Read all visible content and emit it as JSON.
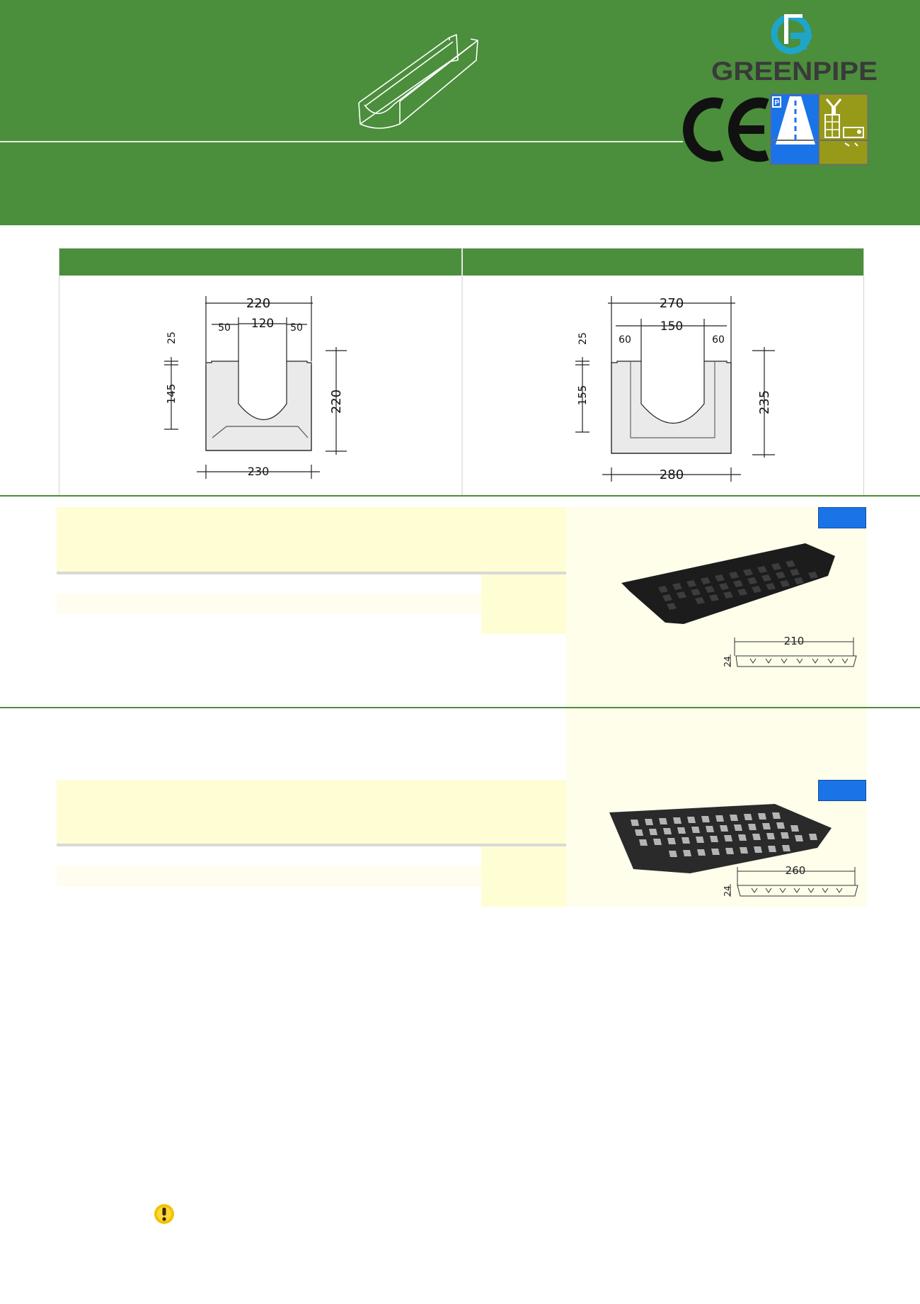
{
  "header": {
    "brand": "GREENPIPE",
    "certification_mark": "CE"
  },
  "sections": [
    {
      "dims": {
        "top_width": "220",
        "inner_width": "120",
        "left_lip": "50",
        "right_lip": "50",
        "lip_height": "25",
        "inner_depth": "145",
        "total_height": "220",
        "base_width": "230"
      }
    },
    {
      "dims": {
        "top_width": "270",
        "inner_width": "150",
        "left_lip": "60",
        "right_lip": "60",
        "lip_height": "25",
        "inner_depth": "155",
        "total_height": "235",
        "base_width": "280"
      }
    }
  ],
  "grates": [
    {
      "width": "210",
      "height": "24"
    },
    {
      "width": "260",
      "height": "24"
    }
  ],
  "colors": {
    "brand_green": "#4b8e3c",
    "logo_cyan": "#1fa5c8",
    "tag_blue": "#1b73e8",
    "panel_yellow": "#fffdd3",
    "warning_yellow": "#f2c200"
  },
  "icons": {
    "logo": "greenpipe-logo-icon",
    "ce": "ce-mark-icon",
    "parking": "parking-road-icon",
    "construction": "construction-site-icon",
    "warning": "warning-exclamation-icon"
  }
}
